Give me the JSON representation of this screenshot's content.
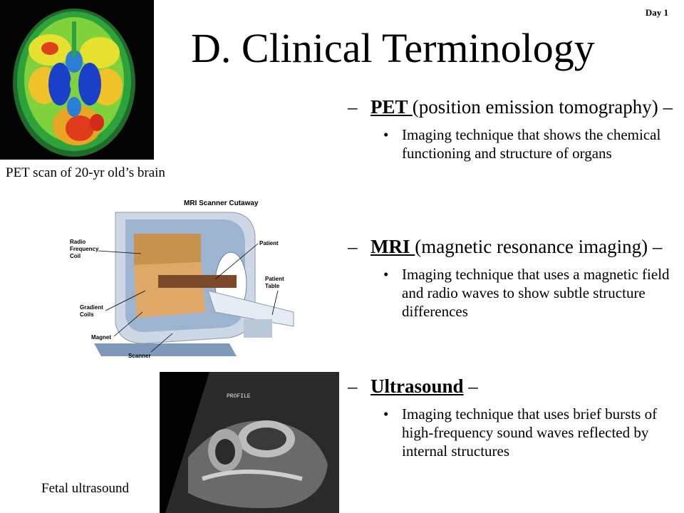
{
  "slide": {
    "day_label": "Day 1",
    "title": "D.  Clinical Terminology",
    "pet_caption": "PET scan of 20-yr old’s brain",
    "ultrasound_caption": "Fetal ultrasound",
    "mri_diagram": {
      "title": "MRI Scanner Cutaway",
      "labels": {
        "rf_coil_1": "Radio",
        "rf_coil_2": "Frequency",
        "rf_coil_3": "Coil",
        "gradient_1": "Gradient",
        "gradient_2": "Coils",
        "magnet": "Magnet",
        "scanner": "Scanner",
        "patient": "Patient",
        "table_1": "Patient",
        "table_2": "Table"
      }
    },
    "ultrasound_image_text": "PROFILE",
    "terms": [
      {
        "dash": "–",
        "name": "PET ",
        "rest": "(position emission tomography) –",
        "bullet": "•",
        "description": "Imaging technique that shows the chemical functioning and structure of organs"
      },
      {
        "dash": "–",
        "name": "MRI ",
        "rest": "(magnetic resonance imaging) –",
        "bullet": "•",
        "description": "Imaging technique that uses a magnetic field and radio waves to show subtle structure differences"
      },
      {
        "dash": "–",
        "name": "Ultrasound",
        "rest": " –",
        "bullet": "•",
        "description": "Imaging technique that uses brief bursts of high-frequency sound waves reflected by internal structures"
      }
    ]
  }
}
